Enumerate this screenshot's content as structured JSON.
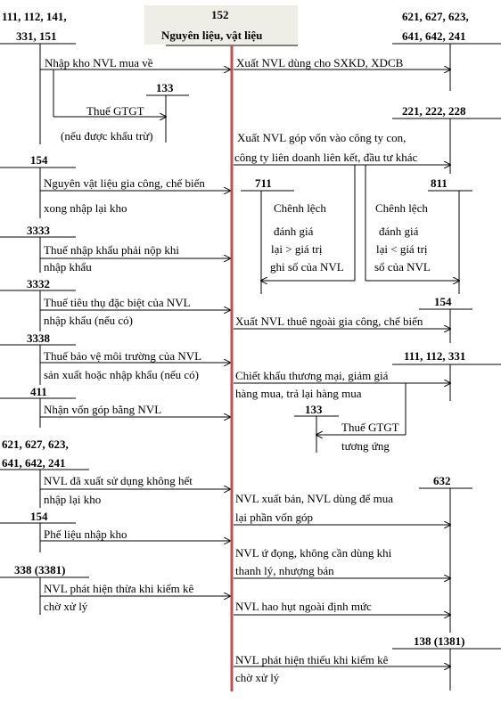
{
  "colors": {
    "main_axis": "#c0504d",
    "center_box_fill": "#eeeee6",
    "lines": "#000000"
  },
  "center": {
    "code": "152",
    "title": "Nguyên liệu, vật liệu"
  },
  "left": {
    "top_account_line1": "111, 112, 141,",
    "top_account_line2": "331, 151",
    "purchase": "Nhập kho NVL mua về",
    "vat_account": "133",
    "vat_label": "Thuế GTGT",
    "vat_note": "(nếu được khấu trừ)",
    "acc_154": "154",
    "processing_line1": "Nguyên vật liệu gia công, chế biến",
    "processing_line2": "xong nhập lại kho",
    "acc_3333": "3333",
    "import_duty_line1": "Thuế nhập khẩu phải nộp khi",
    "import_duty_line2": "nhập khẩu",
    "acc_3332": "3332",
    "excise_line1": "Thuế tiêu thụ đặc biệt của NVL",
    "excise_line2": "nhập khẩu (nếu có)",
    "acc_3338": "3338",
    "env_tax_line1": "Thuế bảo vệ môi trường của NVL",
    "env_tax_line2": "sản xuất hoặc nhập khẩu (nếu có)",
    "acc_411": "411",
    "capital": "Nhận vốn góp bằng NVL",
    "unused_accounts_line1": "621, 627, 623,",
    "unused_accounts_line2": "641, 642, 241",
    "unused_line1": "NVL đã xuất sử dụng không hết",
    "unused_line2": "nhập lại kho",
    "acc_154b": "154",
    "scrap": "Phế liệu nhập kho",
    "acc_338": "338 (3381)",
    "surplus_line1": "NVL phát hiện thừa khi kiểm kê",
    "surplus_line2": "chờ xử lý"
  },
  "right": {
    "top_account_line1": "621, 627, 623,",
    "top_account_line2": "641, 642, 241",
    "usage": "Xuất NVL dùng cho SXKD, XDCB",
    "invest_accounts": "221, 222, 228",
    "invest_line1": "Xuất NVL góp vốn vào công ty con,",
    "invest_line2": "công ty liên doanh liên kết, đầu tư khác",
    "acc_711": "711",
    "acc_811": "811",
    "diff_label_a": "Chênh lệch",
    "diff_711_line2": "đánh giá",
    "diff_711_line3": "lại > giá trị",
    "diff_711_line4": "ghi sổ của NVL",
    "diff_label_b": "Chênh lệch",
    "diff_811_line2": "đánh giá",
    "diff_811_line3": "lại < giá trị",
    "diff_811_line4": "sổ của NVL",
    "acc_154": "154",
    "outsource": "Xuất NVL thuê ngoài gia công, chế biến",
    "refund_accounts": "111, 112, 331",
    "discount_line1": "Chiết khấu thương mại, giảm giá",
    "discount_line2": "hàng mua, trả lại hàng mua",
    "acc_133": "133",
    "vat_label": "Thuế GTGT",
    "vat_note": "tương ứng",
    "acc_632": "632",
    "sale_line1": "NVL xuất bán, NVL dùng để mua",
    "sale_line2": "lại phần vốn góp",
    "idle_line1": "NVL ứ đọng, không cần dùng khi",
    "idle_line2": "thanh lý, nhượng bán",
    "loss": "NVL hao hụt ngoài định mức",
    "acc_138": "138 (1381)",
    "shortage_line1": "NVL phát hiện thiếu khi kiểm kê",
    "shortage_line2": "chờ xử lý"
  }
}
